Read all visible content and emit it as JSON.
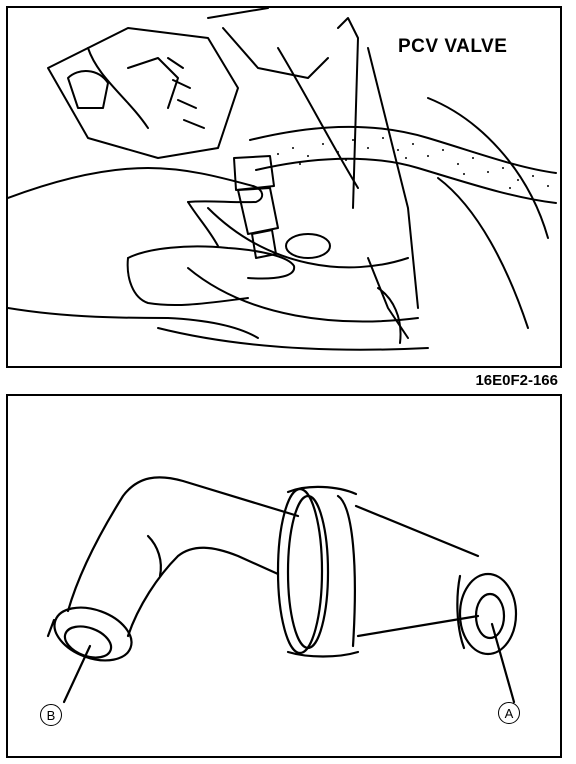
{
  "top_figure": {
    "label": "PCV VALVE",
    "figure_code": "16E0F2-166"
  },
  "bottom_figure": {
    "callout_a": "A",
    "callout_b": "B"
  }
}
